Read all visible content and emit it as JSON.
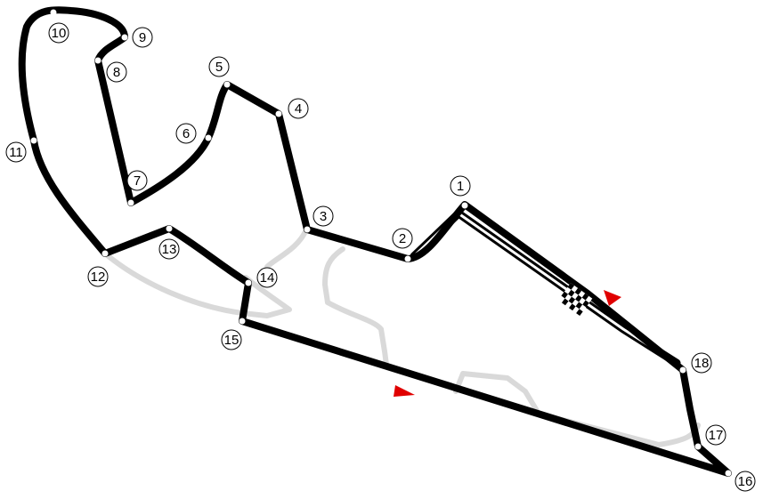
{
  "map": {
    "colors": {
      "background": "#ffffff",
      "track": "#000000",
      "unused_track": "#d9d9d9",
      "direction_arrow": "#e00000",
      "pit_lane_inner": "#ffffff",
      "turn_dot": "#ffffff"
    },
    "elements": {
      "start_finish": "chequered-flag-marker",
      "direction_arrows": [
        "direction-arrow",
        "direction-arrow"
      ]
    },
    "turns": [
      "1",
      "2",
      "3",
      "4",
      "5",
      "6",
      "7",
      "8",
      "9",
      "10",
      "11",
      "12",
      "13",
      "14",
      "15",
      "16",
      "17",
      "18"
    ]
  }
}
